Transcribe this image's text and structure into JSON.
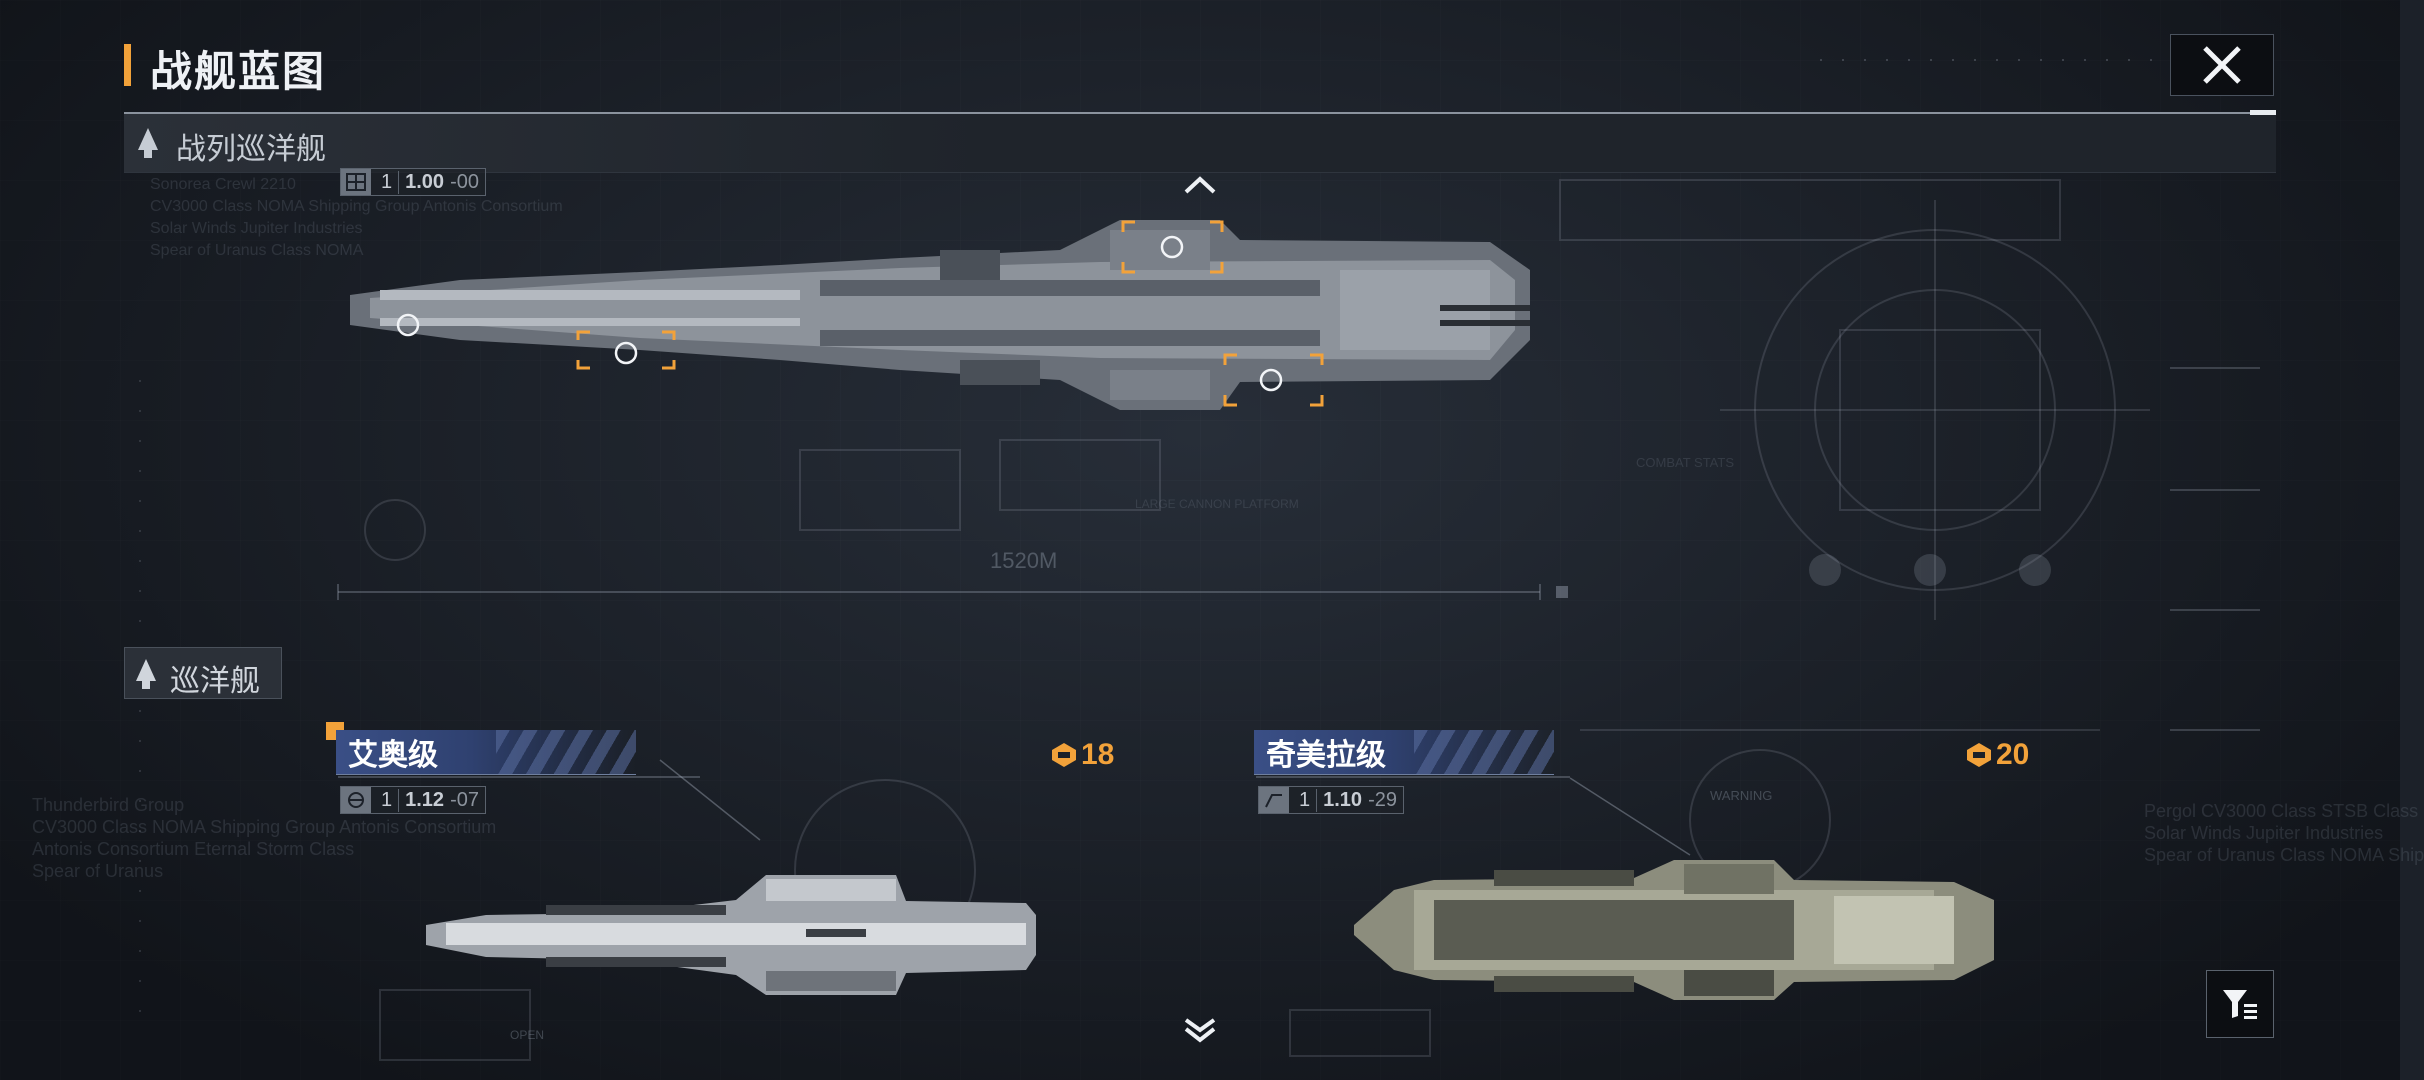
{
  "header": {
    "title": "战舰蓝图"
  },
  "sections": {
    "battlecruiser": {
      "label": "战列巡洋舰"
    },
    "cruiser": {
      "label": "巡洋舰"
    }
  },
  "featured_ship": {
    "stat": {
      "count": "1",
      "value": "1.00",
      "delta": "-00"
    },
    "length_label": "1520M"
  },
  "cards": [
    {
      "name": "艾奥级",
      "cost": "18",
      "stat": {
        "count": "1",
        "value": "1.12",
        "delta": "-07"
      }
    },
    {
      "name": "奇美拉级",
      "cost": "20",
      "stat": {
        "count": "1",
        "value": "1.10",
        "delta": "-29"
      }
    }
  ],
  "decor_text": {
    "left_block": "Sonorea Crewl 2210\nCV3000 Class NOMA Shipping Group Antonis Consortium\nSolar Winds Jupiter Industries\nSpear of Uranus Class NOMA",
    "left_block_2": "Thunderbird Group\nCV3000 Class NOMA Shipping Group Antonis Consortium\nAntonis Consortium Eternal Storm Class\nSpear of Uranus",
    "right_block": "Pergol CV3000 Class STSB Class\nSolar Winds Jupiter Industries\nSpear of Uranus Class NOMA Ship",
    "combat_stats": "COMBAT STATS",
    "warning": "WARNING",
    "large_cannon": "LARGE CANNON PLATFORM",
    "open": "OPEN"
  },
  "icons": {
    "close": "close-x-icon",
    "filter": "filter-funnel-icon",
    "section": "ship-silhouette-icon",
    "cost": "commander-badge-icon"
  },
  "colors": {
    "accent": "#f2a23a",
    "title_bar": "#3a4f86",
    "background": "#1c2129"
  }
}
